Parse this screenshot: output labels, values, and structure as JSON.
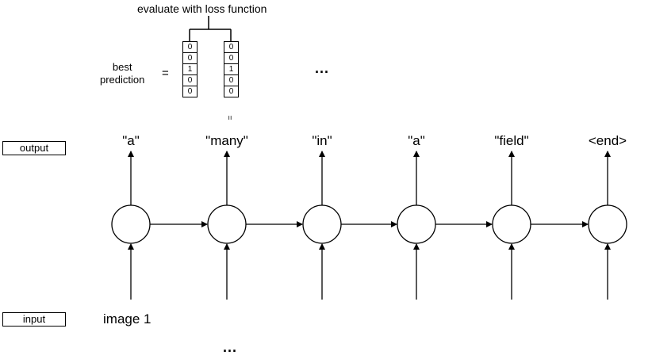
{
  "loss_label": "evaluate with loss function",
  "best_prediction_label": "best\nprediction",
  "equals_sign": "=",
  "top_ellipsis": "...",
  "bottom_ellipsis": "...",
  "parallel_equals": "=",
  "vector_left": [
    "0",
    "0",
    "1",
    "0",
    "0"
  ],
  "vector_right": [
    "0",
    "0",
    "1",
    "0",
    "0"
  ],
  "row_labels": {
    "output": "output",
    "input": "input"
  },
  "input_label": "image 1",
  "output_tokens": [
    "\"a\"",
    "\"many\"",
    "\"in\"",
    "\"a\"",
    "\"field\"",
    "<end>"
  ]
}
